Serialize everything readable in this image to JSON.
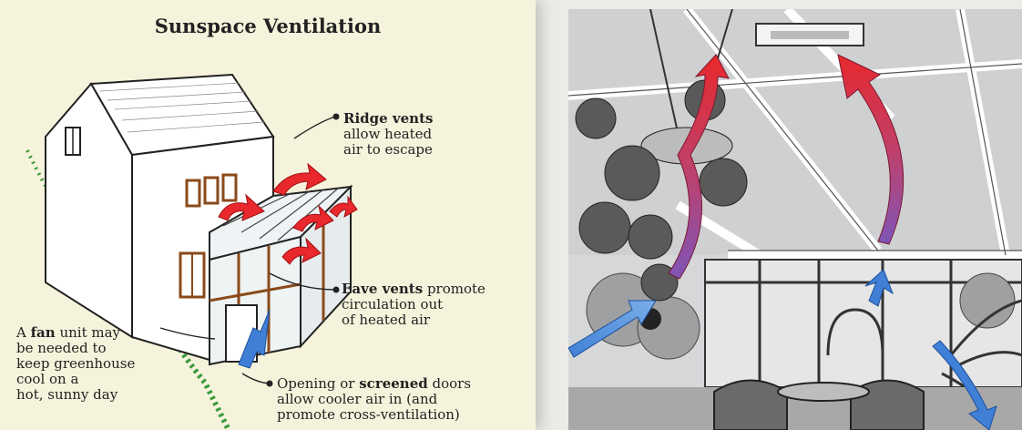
{
  "left": {
    "title": "Sunspace Ventilation",
    "ridge": {
      "bold": "Ridge vents",
      "line1": "allow heated",
      "line2": "air to escape"
    },
    "eave": {
      "bold": "Eave vents",
      "line1_rest": " promote",
      "line2": "circulation out",
      "line3": "of heated air"
    },
    "fan": {
      "pre": "A ",
      "bold": "fan",
      "rest1": " unit may",
      "line2": "be needed to",
      "line3": "keep greenhouse",
      "line4": "cool on a",
      "line5": "hot, sunny day"
    },
    "doors": {
      "pre": "Opening or ",
      "bold": "screened",
      "rest1": " doors",
      "line2": "allow cooler air in (and",
      "line3": "promote cross-ventilation)"
    }
  },
  "colors": {
    "warm_arrow": "#e8282c",
    "cool_arrow": "#3f7fd6",
    "left_bg": "#f6f3dc",
    "grass": "#3a9a3a"
  },
  "icons": [
    "warm-air-arrow-icon",
    "cool-air-arrow-icon",
    "ceiling-vent-icon",
    "house-illustration",
    "conservatory-illustration"
  ]
}
